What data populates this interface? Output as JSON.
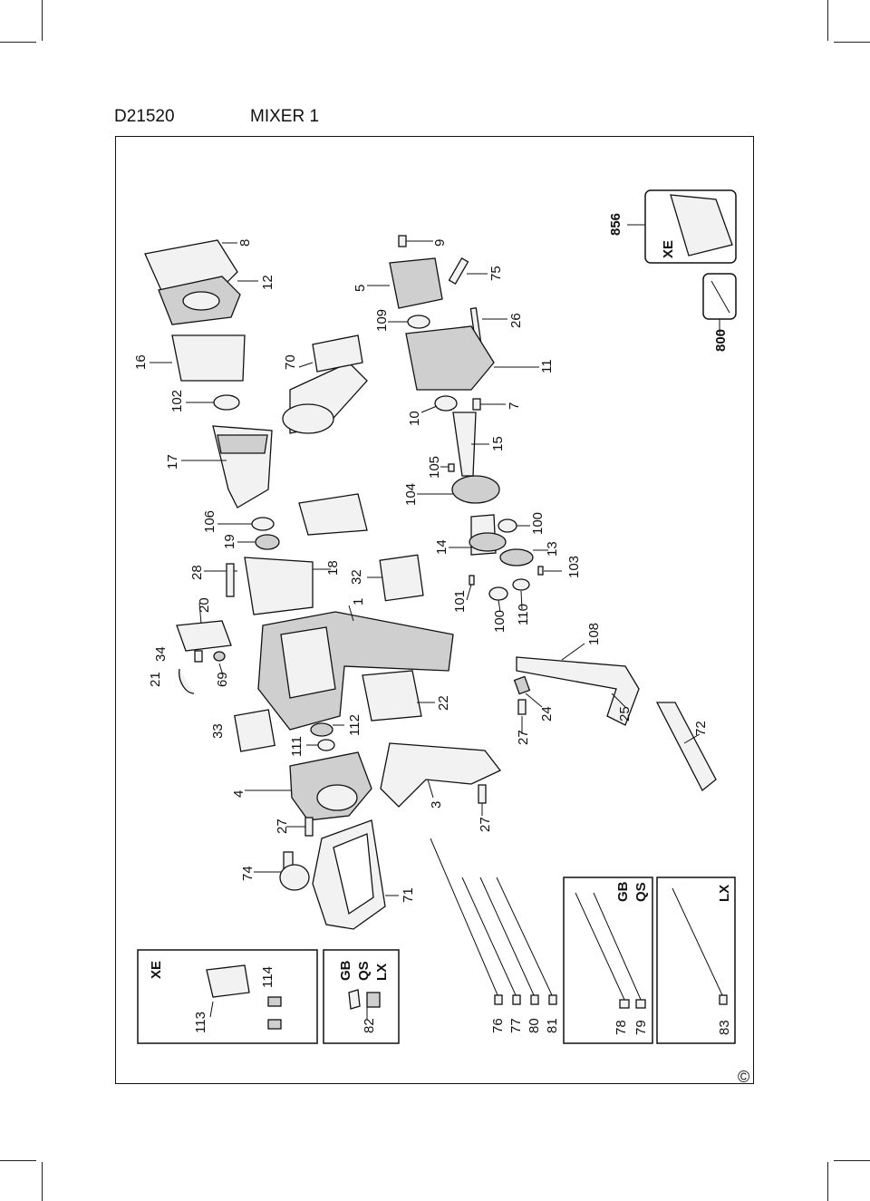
{
  "header": {
    "model": "D21520",
    "title": "MIXER 1"
  },
  "copyright": "©",
  "parts": [
    "8",
    "12",
    "16",
    "102",
    "17",
    "106",
    "19",
    "28",
    "20",
    "34",
    "21",
    "69",
    "33",
    "4",
    "27",
    "74",
    "71",
    "111",
    "112",
    "22",
    "3",
    "27",
    "1",
    "18",
    "32",
    "70",
    "5",
    "109",
    "9",
    "75",
    "26",
    "11",
    "10",
    "7",
    "15",
    "105",
    "104",
    "14",
    "100",
    "101",
    "100",
    "110",
    "13",
    "103",
    "108",
    "24",
    "27",
    "25",
    "72",
    "76",
    "77",
    "80",
    "81"
  ],
  "boxes": {
    "xe_plug": {
      "region": "XE",
      "parts": [
        "113",
        "114"
      ]
    },
    "gb_qs_lx_plug": {
      "regions": [
        "GB",
        "QS",
        "LX"
      ],
      "parts": [
        "82"
      ]
    },
    "gb_qs_cords": {
      "regions": [
        "GB",
        "QS"
      ],
      "parts": [
        "78",
        "79"
      ]
    },
    "lx_cord": {
      "region": "LX",
      "parts": [
        "83"
      ]
    },
    "xe_case": {
      "region": "XE",
      "part": "856"
    },
    "accessory": {
      "part": "800"
    }
  }
}
